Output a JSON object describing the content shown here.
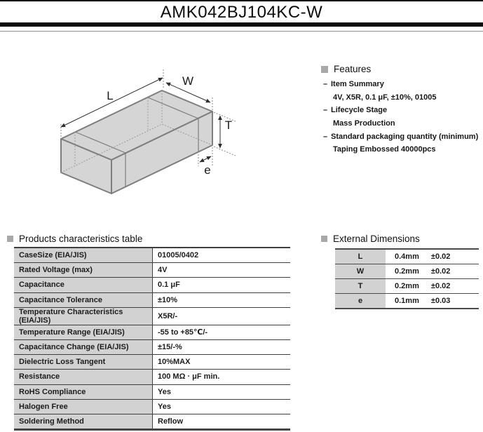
{
  "page": {
    "title": "AMK042BJ104KC-W"
  },
  "diagram": {
    "labels": {
      "l": "L",
      "w": "W",
      "t": "T",
      "e": "e"
    }
  },
  "features": {
    "heading": "Features",
    "bullet": "–",
    "items": [
      {
        "label": "Item Summary",
        "detail": "4V, X5R, 0.1 μF, ±10%, 01005"
      },
      {
        "label": "Lifecycle Stage",
        "detail": "Mass Production"
      },
      {
        "label": "Standard packaging quantity (minimum)",
        "detail": "Taping Embossed 40000pcs"
      }
    ]
  },
  "characteristics": {
    "heading": "Products characteristics table",
    "rows": [
      {
        "label": "CaseSize (EIA/JIS)",
        "value": "01005/0402"
      },
      {
        "label": "Rated Voltage (max)",
        "value": "4V"
      },
      {
        "label": "Capacitance",
        "value": "0.1 μF"
      },
      {
        "label": "Capacitance Tolerance",
        "value": "±10%"
      },
      {
        "label": "Temperature Characteristics (EIA/JIS)",
        "value": "X5R/-"
      },
      {
        "label": "Temperature Range (EIA/JIS)",
        "value": "-55 to +85℃/-"
      },
      {
        "label": "Capacitance Change (EIA/JIS)",
        "value": "±15/-%"
      },
      {
        "label": "Dielectric Loss Tangent",
        "value": "10%MAX"
      },
      {
        "label": "Resistance",
        "value": "100 MΩ · μF min."
      },
      {
        "label": "RoHS Compliance",
        "value": "Yes"
      },
      {
        "label": "Halogen Free",
        "value": "Yes"
      },
      {
        "label": "Soldering Method",
        "value": "Reflow"
      }
    ]
  },
  "external_dimensions": {
    "heading": "External Dimensions",
    "rows": [
      {
        "label": "L",
        "value": "0.4mm",
        "tolerance": "±0.02"
      },
      {
        "label": "W",
        "value": "0.2mm",
        "tolerance": "±0.02"
      },
      {
        "label": "T",
        "value": "0.2mm",
        "tolerance": "±0.02"
      },
      {
        "label": "e",
        "value": "0.1mm",
        "tolerance": "±0.03"
      }
    ]
  },
  "colors": {
    "header_cell_bg": "#d2d2d2",
    "table_border": "#3e3e3e",
    "section_bullet": "#a8a8a8",
    "chip_fill": "#d5d5d5",
    "chip_outline": "#7e7e7e"
  }
}
